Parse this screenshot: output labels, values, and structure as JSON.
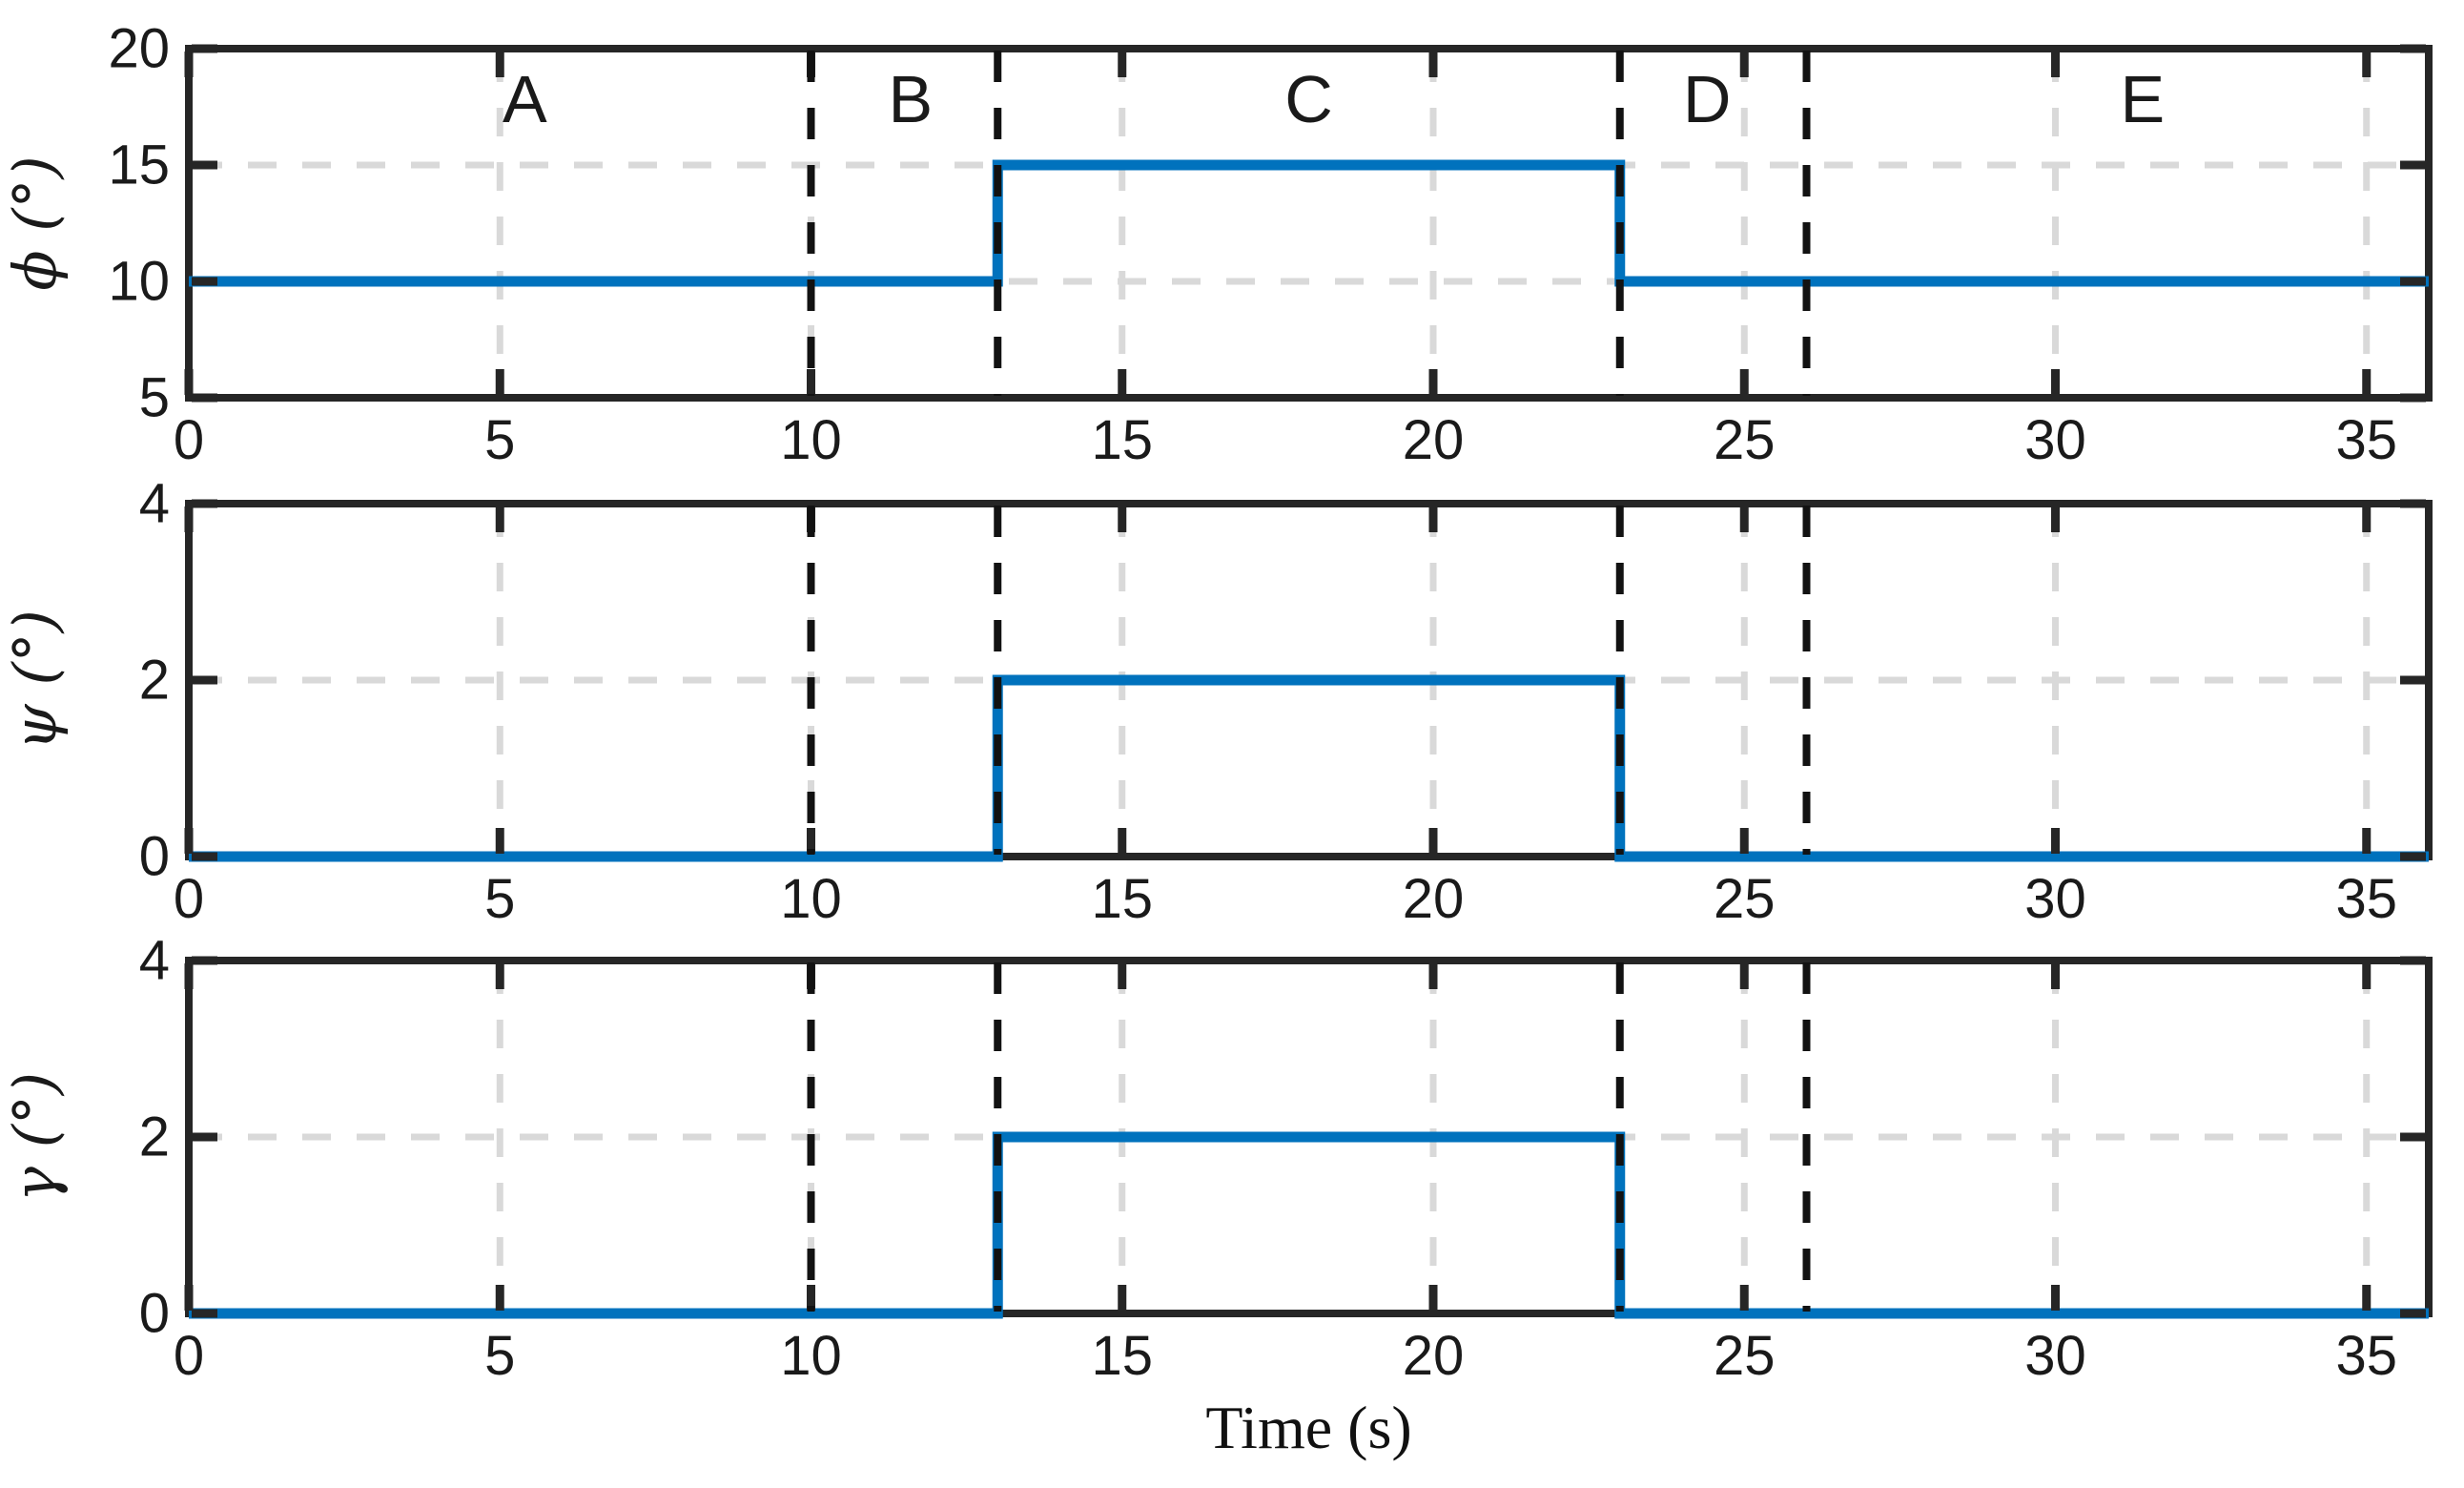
{
  "figure": {
    "background": "#ffffff",
    "xlabel": "Time (s)"
  },
  "chart_data": {
    "type": "line",
    "title": "",
    "xlabel": "Time (s)",
    "xlim": [
      0,
      36
    ],
    "xticks": [
      0,
      5,
      10,
      15,
      20,
      25,
      30,
      35
    ],
    "grid": true,
    "event_lines_x": [
      10,
      13,
      23,
      26
    ],
    "region_labels": [
      {
        "text": "A",
        "x": 5.4
      },
      {
        "text": "B",
        "x": 11.6
      },
      {
        "text": "C",
        "x": 18.0
      },
      {
        "text": "D",
        "x": 24.4
      },
      {
        "text": "E",
        "x": 31.4
      }
    ],
    "subplots": [
      {
        "ylabel": "ϕ (°)",
        "ylim": [
          5,
          20
        ],
        "yticks": [
          5,
          10,
          15,
          20
        ],
        "gridlines_y": [
          10,
          15
        ],
        "series": [
          {
            "name": "phi",
            "x": [
              0,
              13,
              13,
              23,
              23,
              36
            ],
            "y": [
              10,
              10,
              15,
              15,
              10,
              10
            ]
          }
        ]
      },
      {
        "ylabel": "ψ (°)",
        "ylim": [
          0,
          4
        ],
        "yticks": [
          0,
          2,
          4
        ],
        "gridlines_y": [
          2
        ],
        "series": [
          {
            "name": "psi",
            "x": [
              0,
              13,
              13,
              23,
              23,
              36
            ],
            "y": [
              0,
              0,
              2,
              2,
              0,
              0
            ]
          }
        ]
      },
      {
        "ylabel": "γ (°)",
        "ylim": [
          0,
          4
        ],
        "yticks": [
          0,
          2,
          4
        ],
        "gridlines_y": [
          2
        ],
        "series": [
          {
            "name": "gamma",
            "x": [
              0,
              13,
              13,
              23,
              23,
              36
            ],
            "y": [
              0,
              0,
              2,
              2,
              0,
              0
            ]
          }
        ]
      }
    ],
    "colors": {
      "line": "#0072BD",
      "grid": "#d9d9d9",
      "axis": "#262626",
      "event_line": "#121212",
      "text": "#1a1a1a"
    },
    "legend_position": "none"
  }
}
